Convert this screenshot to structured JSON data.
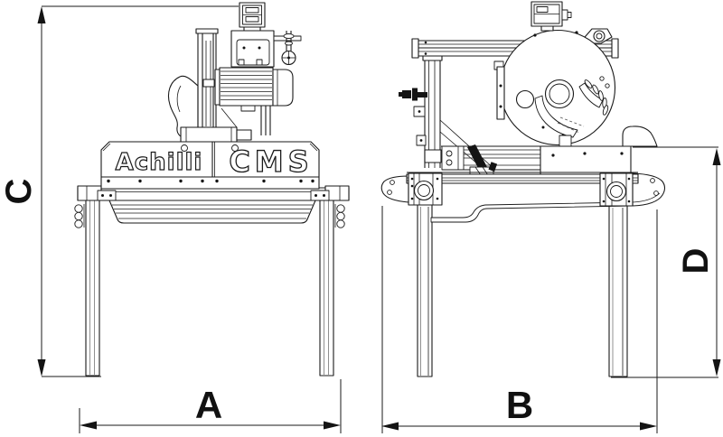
{
  "colors": {
    "background": "#ffffff",
    "line": "#1a1a1a",
    "inner_line": "#909090"
  },
  "logo": {
    "brand": "Achilli",
    "model": "CMS"
  },
  "dimensions": {
    "front_width": "A",
    "side_width": "B",
    "front_height": "C",
    "side_height": "D"
  }
}
